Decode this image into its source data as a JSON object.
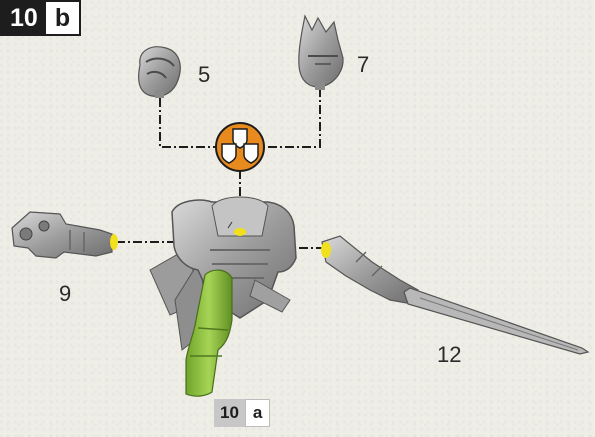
{
  "step": {
    "number": "10",
    "letter": "b"
  },
  "sub_reference": {
    "number": "10",
    "letter": "a"
  },
  "part_labels": {
    "part_5": "5",
    "part_7": "7",
    "part_9": "9",
    "part_12": "12"
  },
  "colors": {
    "glue_point": "#f2e01c",
    "choice_badge": "#e88a1e",
    "leg_sprue": "#8fc23a",
    "leader_line": "#1d1d1d",
    "metal": "#a7a7a7"
  },
  "icons": {
    "choice": "three-shields-choice-icon",
    "head_5": "helmet-head-icon",
    "head_7": "crested-helmet-head-icon",
    "arm_9": "gun-arm-icon",
    "weapon_12": "sword-arm-icon"
  }
}
